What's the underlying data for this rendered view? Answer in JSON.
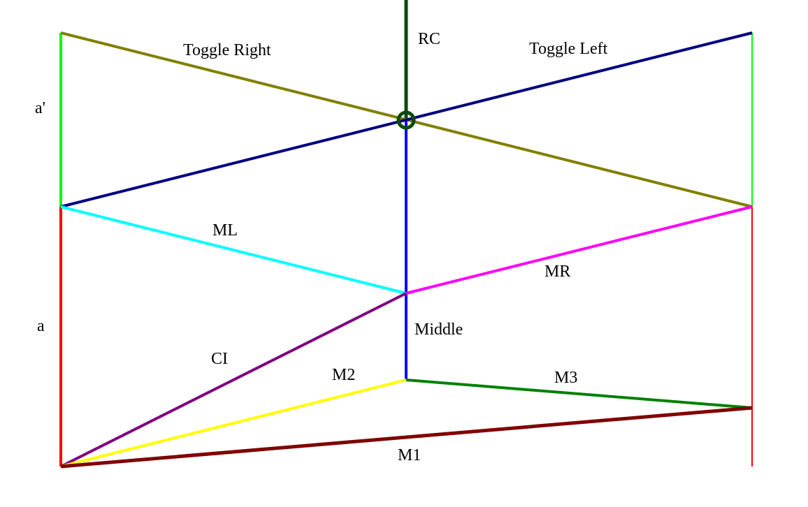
{
  "diagram": {
    "labels": {
      "rc": "RC",
      "toggle_right": "Toggle Right",
      "toggle_left": "Toggle Left",
      "a_prime": "a'",
      "a": "a",
      "ml": "ML",
      "mr": "MR",
      "middle": "Middle",
      "ci": "CI",
      "m2": "M2",
      "m3": "M3",
      "m1": "M1"
    },
    "colors": {
      "rc": "#0b4a0b",
      "toggle_right": "#808000",
      "toggle_left": "#000080",
      "a_prime": "#00ff00",
      "a": "#ff0000",
      "ml": "#00ffff",
      "mr": "#ff00ff",
      "middle": "#0000ff",
      "ci": "#800080",
      "m2": "#ffff00",
      "m3": "#008000",
      "m1": "#800000"
    }
  }
}
